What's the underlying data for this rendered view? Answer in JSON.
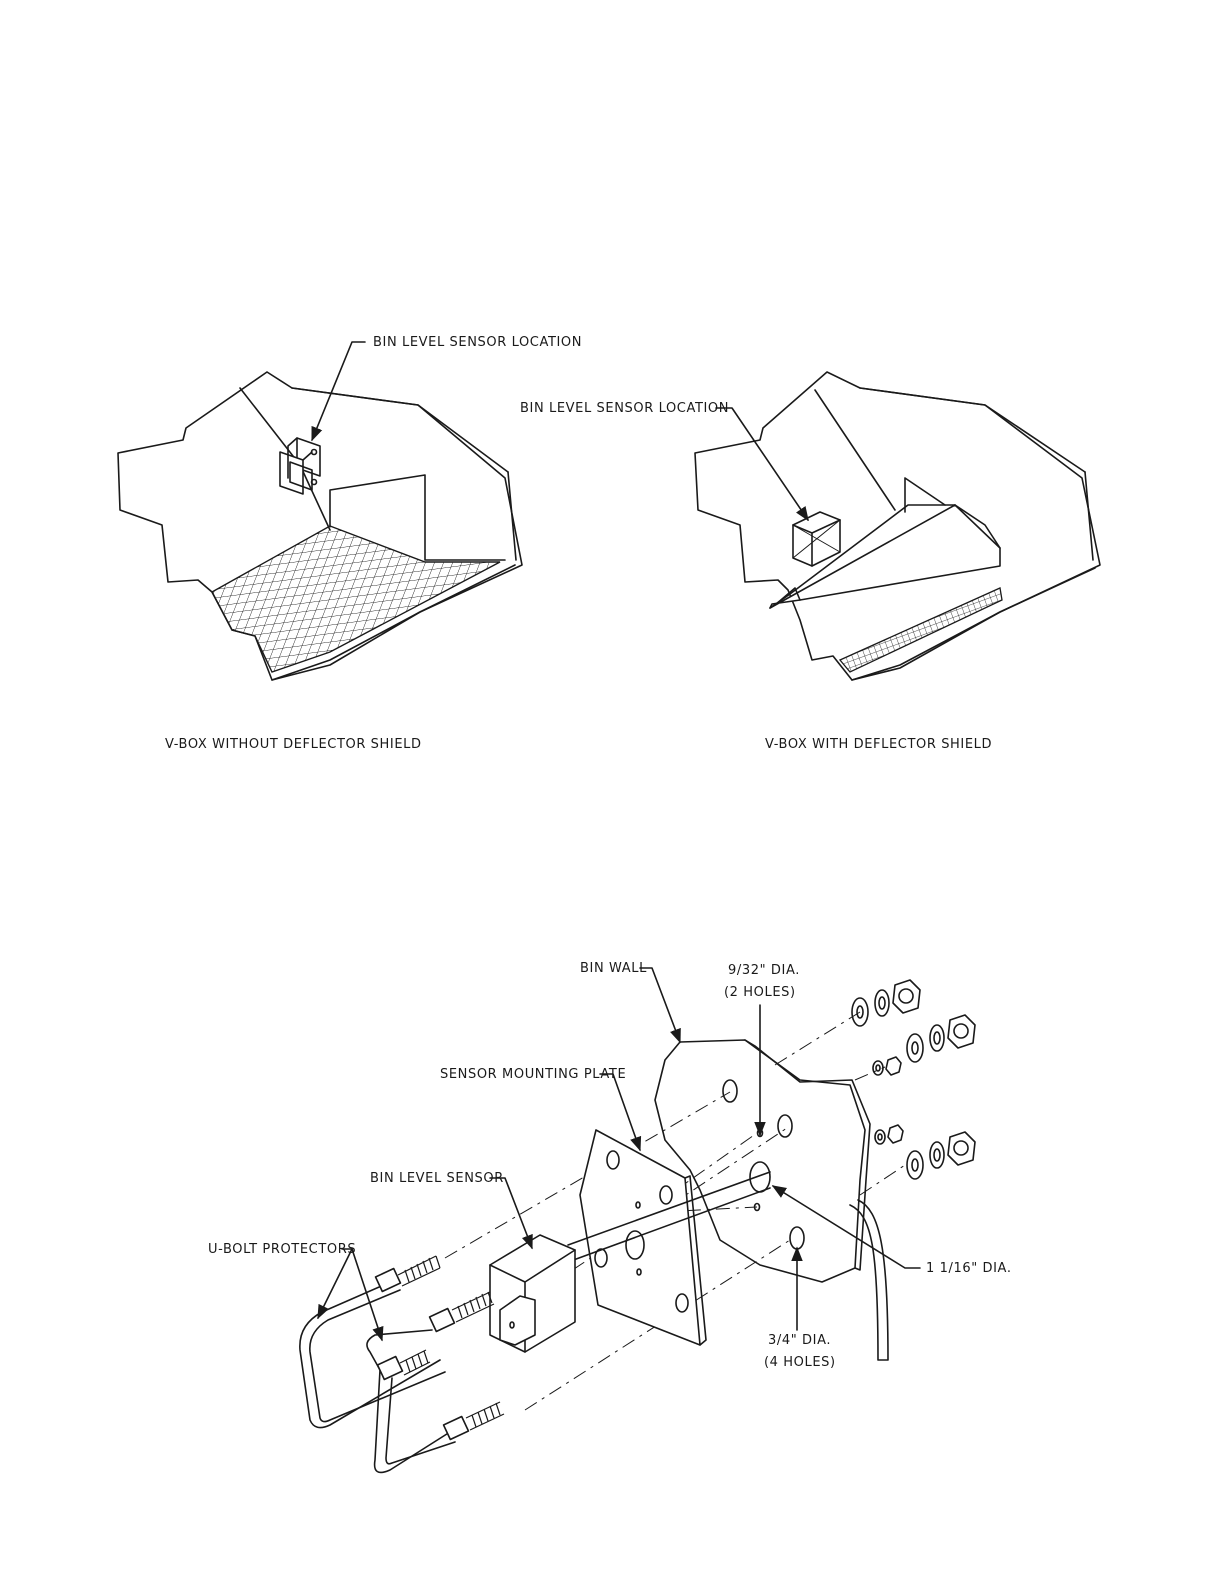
{
  "top_figures": {
    "left": {
      "callout": "BIN LEVEL SENSOR LOCATION",
      "caption": "V-BOX WITHOUT DEFLECTOR SHIELD"
    },
    "right": {
      "callout": "BIN LEVEL SENSOR LOCATION",
      "caption": "V-BOX WITH DEFLECTOR SHIELD"
    }
  },
  "exploded_view": {
    "labels": {
      "bin_wall": "BIN WALL",
      "hole_small_dia": "9/32\" DIA.",
      "hole_small_count": "(2 HOLES)",
      "mounting_plate": "SENSOR MOUNTING PLATE",
      "sensor": "BIN LEVEL SENSOR",
      "ubolt_protectors": "U-BOLT PROTECTORS",
      "hole_large_dia": "1  1/16\" DIA.",
      "hole_medium_dia": "3/4\" DIA.",
      "hole_medium_count": "(4 HOLES)"
    }
  },
  "colors": {
    "ink": "#1a1a1a",
    "paper": "#ffffff"
  }
}
